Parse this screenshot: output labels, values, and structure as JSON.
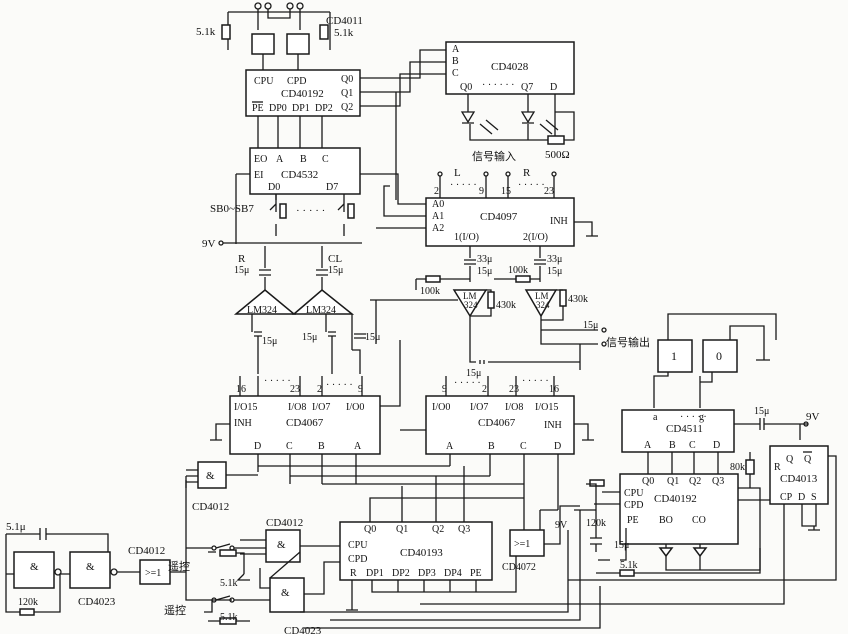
{
  "chips": {
    "cd40192_top": {
      "name": "CD40192",
      "cpu": "CPU",
      "cpd": "CPD",
      "q0": "Q0",
      "q1": "Q1",
      "q2": "Q2",
      "pe": "PE",
      "dp0": "DP0",
      "dp1": "DP1",
      "dp2": "DP2"
    },
    "cd4028": {
      "name": "CD4028",
      "a": "A",
      "b": "B",
      "c": "C",
      "q0": "Q0",
      "q7": "Q7",
      "d": "D"
    },
    "cd4532": {
      "name": "CD4532",
      "eo": "EO",
      "ei": "EI",
      "a": "A",
      "b": "B",
      "c": "C",
      "d0": "D0",
      "d7": "D7"
    },
    "cd4097": {
      "name": "CD4097",
      "a0": "A0",
      "a1": "A1",
      "a2": "A2",
      "inh": "INH",
      "io1": "1(I/O)",
      "io2": "2(I/O)",
      "p2": "2",
      "p9": "9",
      "p15": "15",
      "p23": "23",
      "l": "L",
      "r": "R"
    },
    "cd4067_left": {
      "name": "CD4067",
      "p16": "16",
      "p23": "23",
      "p2": "2",
      "p9": "9",
      "io15": "I/O15",
      "io8": "I/O8",
      "io7": "I/O7",
      "io0": "I/O0",
      "inh": "INH",
      "d": "D",
      "c": "C",
      "b": "B",
      "a": "A"
    },
    "cd4067_right": {
      "name": "CD4067",
      "p9": "9",
      "p2": "2",
      "p23": "23",
      "p16": "16",
      "io0": "I/O0",
      "io7": "I/O7",
      "io8": "I/O8",
      "io15": "I/O15",
      "inh": "INH",
      "a": "A",
      "b": "B",
      "c": "C",
      "d": "D"
    },
    "cd4511": {
      "name": "CD4511",
      "a": "a",
      "g": "g",
      "ia": "A",
      "ib": "B",
      "ic": "C",
      "id": "D"
    },
    "cd40192_right": {
      "name": "CD40192",
      "q0": "Q0",
      "q1": "Q1",
      "q2": "Q2",
      "q3": "Q3",
      "cpu": "CPU",
      "cpd": "CPD",
      "pe": "PE",
      "bo": "BO",
      "co": "CO"
    },
    "cd4013": {
      "name": "CD4013",
      "r": "R",
      "q": "Q",
      "qb": "Q",
      "cp": "CP",
      "d": "D",
      "s": "S"
    },
    "cd40193": {
      "name": "CD40193",
      "q0": "Q0",
      "q1": "Q1",
      "q2": "Q2",
      "q3": "Q3",
      "cpu": "CPU",
      "cpd": "CPD",
      "r": "R",
      "dp1": "DP1",
      "dp2": "DP2",
      "dp3": "DP3",
      "dp4": "DP4",
      "pe": "PE"
    }
  },
  "labels": {
    "cd4011": "CD4011",
    "r_top_left": "5.1k",
    "r_top_right": "5.1k",
    "r500": "500Ω",
    "signal_in": "信号输入",
    "sb": "SB0~SB7",
    "v9": "9V",
    "lm324_a": "LM324",
    "lm324_b": "LM324",
    "lm324_c": "LM\n324",
    "lm324_d": "LM\n324",
    "r_lbl": "R",
    "cl_lbl": "CL",
    "c15_r": "15μ",
    "c15_cl": "15μ",
    "c33_a": "33μ",
    "c33_b": "33μ",
    "c15_a": "15μ",
    "c15_b": "15μ",
    "r100k_a": "100k",
    "r100k_b": "100k",
    "r430_a": "430k",
    "r430_b": "430k",
    "c15_out": "15μ",
    "signal_out": "信号输出",
    "c15_lm_l": "15μ",
    "c15_lm_r": "15μ",
    "c15_lm_m": "15μ",
    "c15_mid": "15μ",
    "disp1": "1",
    "disp0": "0",
    "c15_4511": "15μ",
    "v9_right": "9V",
    "r80k": "80k",
    "r120k_right": "120k",
    "c15_right": "15μ",
    "r51k_right": "5.1k",
    "v9_mid": "9V",
    "cd4072": "CD4072",
    "ge1_4072": ">=1",
    "cd4012_upper": "CD4012",
    "amp_upper": "&",
    "cd4012_mid": "CD4012",
    "amp_mid_a": "&",
    "amp_mid_b": "&",
    "cd4023_bottom": "CD4023",
    "remote1": "遥控",
    "remote2": "遥控",
    "r51k_a": "5.1k",
    "r51k_b": "5.1k",
    "c51u": "5.1μ",
    "r120k_left": "120k",
    "cd4023_left": "CD4023",
    "amp_l1": "&",
    "amp_l2": "&",
    "cd4012_left": "CD4012",
    "ge1_left": ">=1"
  }
}
